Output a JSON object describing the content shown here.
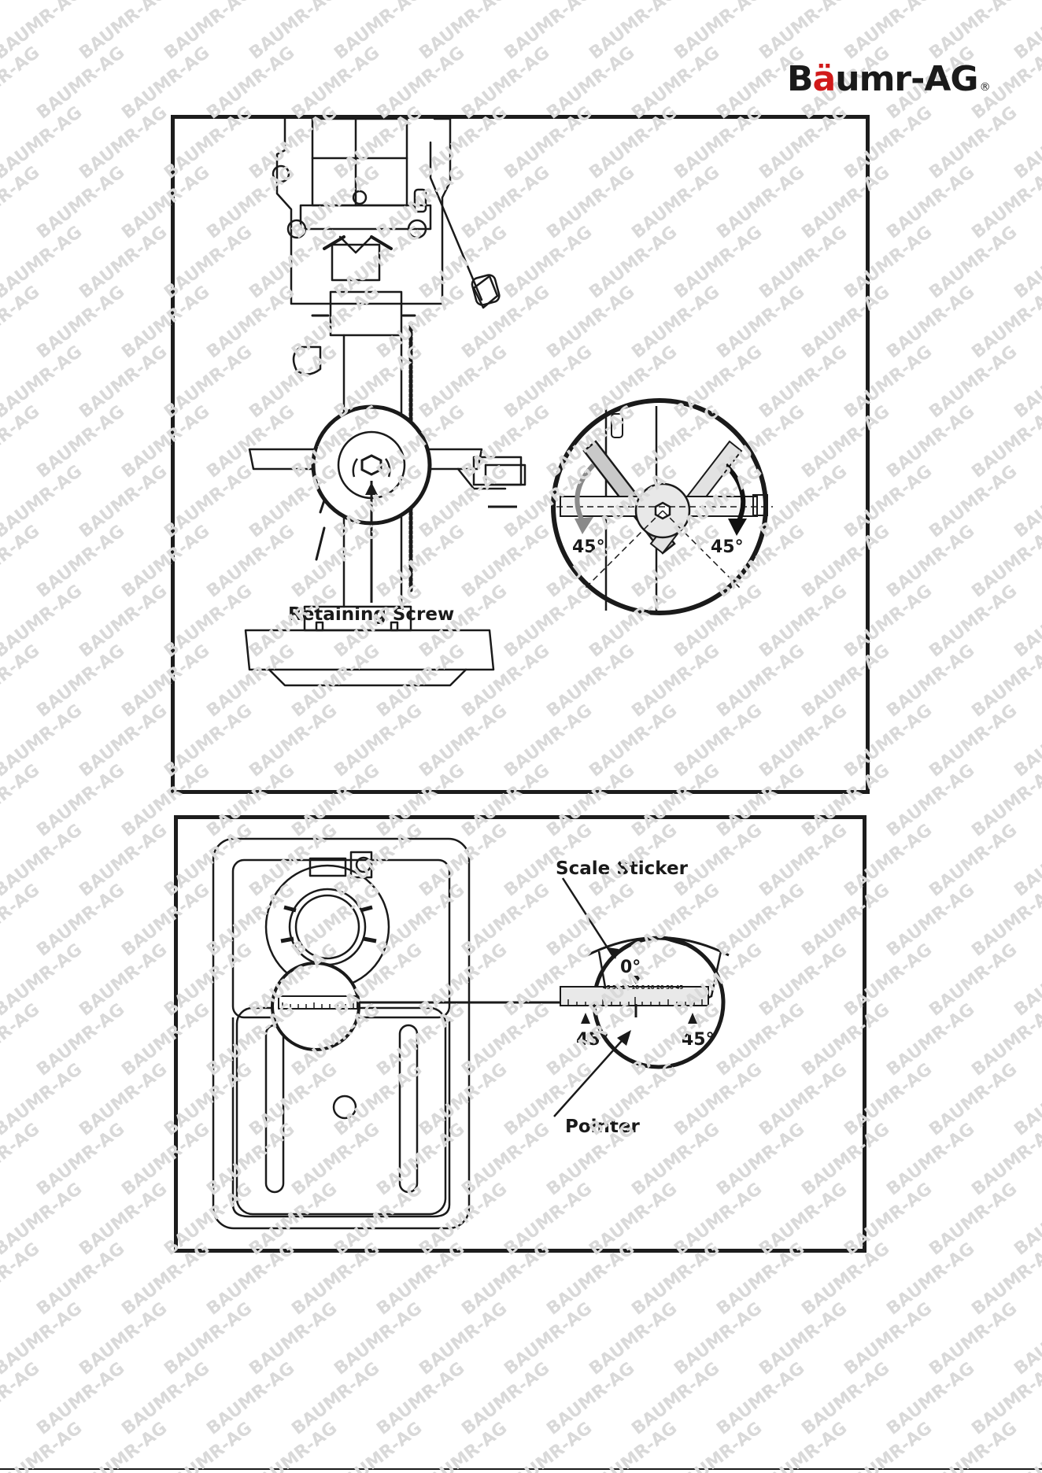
{
  "brand": {
    "name_before": "B",
    "name_umlaut": "ä",
    "name_after": "umr-AG",
    "registered": "®"
  },
  "watermark_text": "BAUMR-AG",
  "figure_1": {
    "retaining_screw_label": "Retaining Screw",
    "angle_left": "45°",
    "angle_right": "45°"
  },
  "figure_2": {
    "scale_sticker_label": "Scale Sticker",
    "zero_label": "0°",
    "angle_left": "45°",
    "angle_right": "45°",
    "pointer_label": "Pointer",
    "scale_marks": "45 30 20 10 0 10 20 30 45"
  },
  "colors": {
    "line": "#1a1a1a",
    "arrow_left": "#8a8a8a",
    "arrow_right": "#111111",
    "brand_umlaut": "#d11a1a"
  }
}
